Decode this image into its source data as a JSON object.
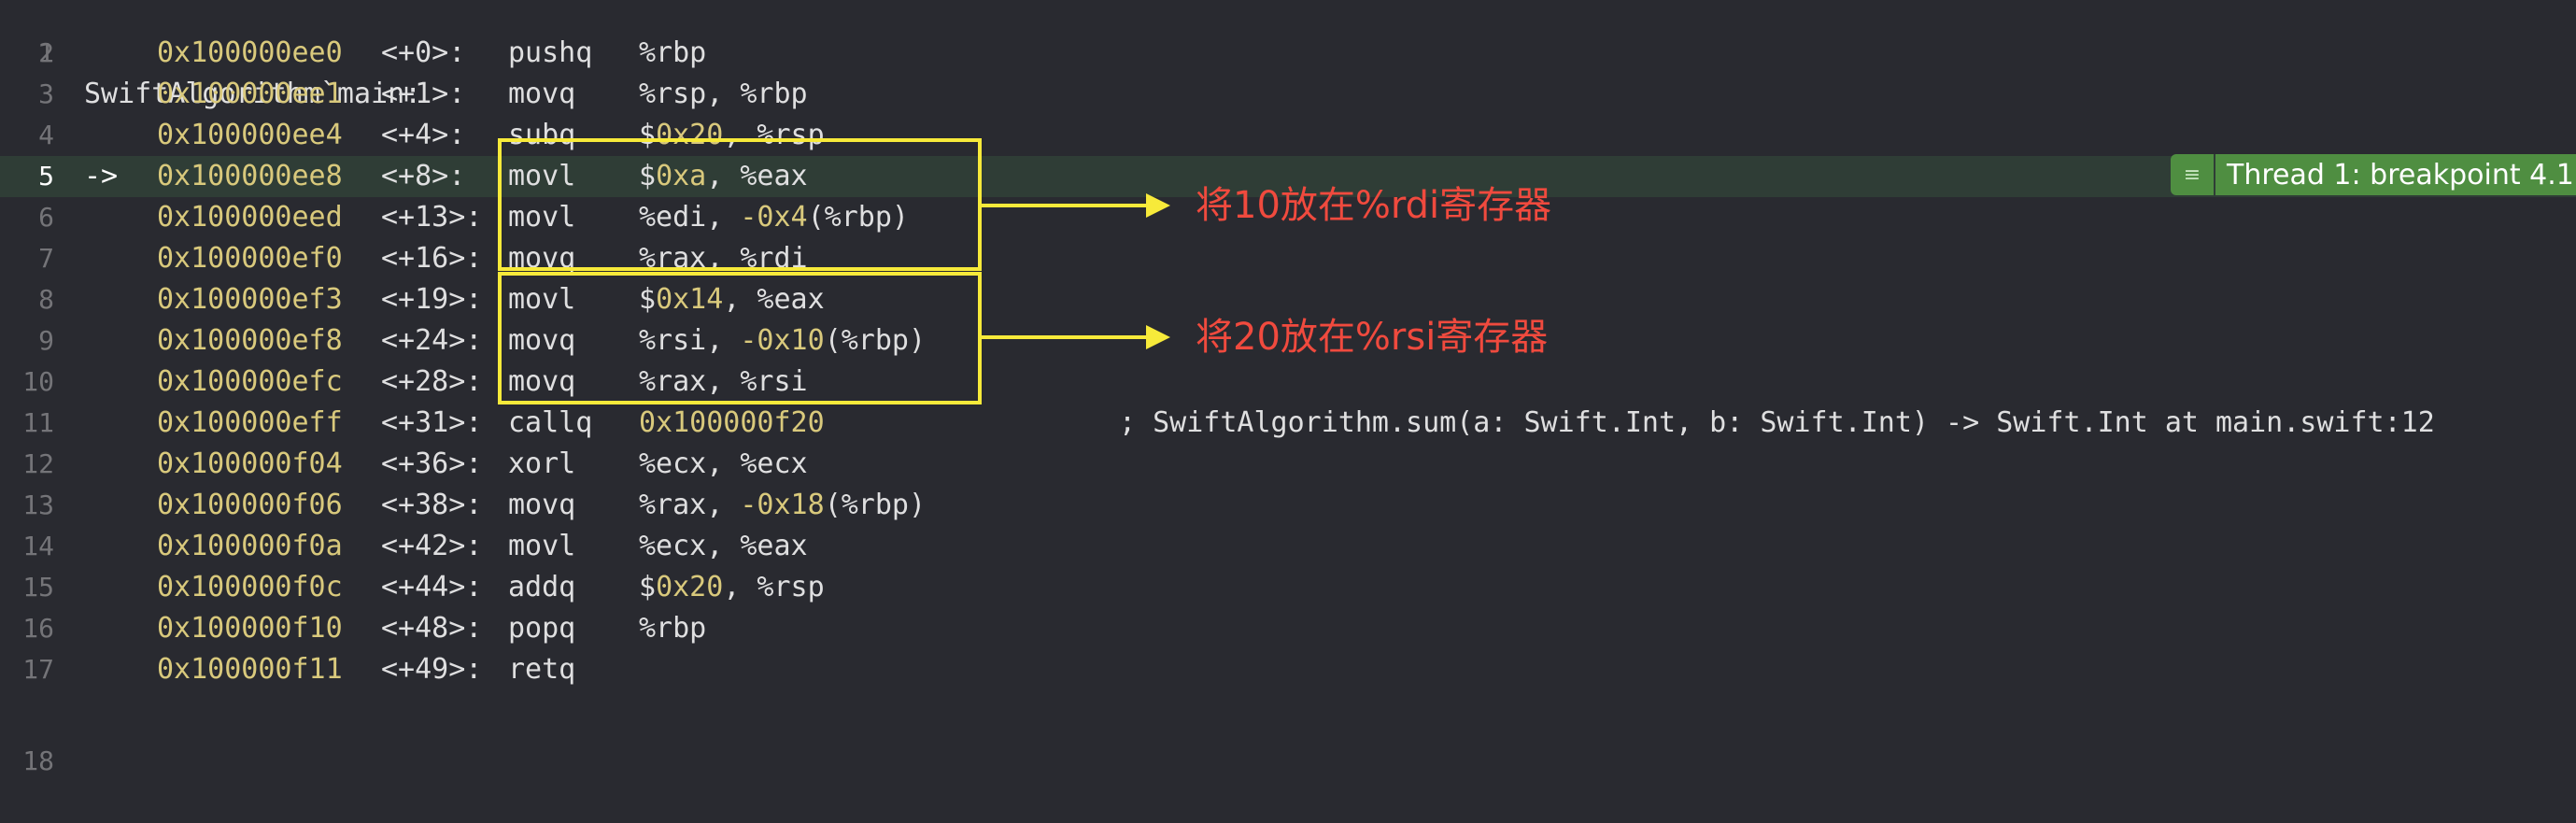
{
  "header": {
    "line_number": "1",
    "text": "SwiftAlgorithm`main:"
  },
  "current_line_marker": "->",
  "lines": [
    {
      "n": "2",
      "addr": "0x100000ee0",
      "off": "<+0>:",
      "mnem": "pushq",
      "ops": [
        "%rbp"
      ]
    },
    {
      "n": "3",
      "addr": "0x100000ee1",
      "off": "<+1>:",
      "mnem": "movq",
      "ops": [
        "%rsp, %rbp"
      ]
    },
    {
      "n": "4",
      "addr": "0x100000ee4",
      "off": "<+4>:",
      "mnem": "subq",
      "ops": [
        "$",
        {
          "num": "0x20"
        },
        ", %rsp"
      ]
    },
    {
      "n": "5",
      "addr": "0x100000ee8",
      "off": "<+8>:",
      "mnem": "movl",
      "ops": [
        "$",
        {
          "num": "0xa"
        },
        ", %eax"
      ],
      "current": true
    },
    {
      "n": "6",
      "addr": "0x100000eed",
      "off": "<+13>:",
      "mnem": "movl",
      "ops": [
        "%edi, ",
        {
          "num": "-0x4"
        },
        "(%rbp)"
      ]
    },
    {
      "n": "7",
      "addr": "0x100000ef0",
      "off": "<+16>:",
      "mnem": "movq",
      "ops": [
        "%rax, %rdi"
      ]
    },
    {
      "n": "8",
      "addr": "0x100000ef3",
      "off": "<+19>:",
      "mnem": "movl",
      "ops": [
        "$",
        {
          "num": "0x14"
        },
        ", %eax"
      ]
    },
    {
      "n": "9",
      "addr": "0x100000ef8",
      "off": "<+24>:",
      "mnem": "movq",
      "ops": [
        "%rsi, ",
        {
          "num": "-0x10"
        },
        "(%rbp)"
      ]
    },
    {
      "n": "10",
      "addr": "0x100000efc",
      "off": "<+28>:",
      "mnem": "movq",
      "ops": [
        "%rax, %rsi"
      ]
    },
    {
      "n": "11",
      "addr": "0x100000eff",
      "off": "<+31>:",
      "mnem": "callq",
      "ops": [
        {
          "num": "0x100000f20"
        }
      ],
      "comment": "; SwiftAlgorithm.sum(a: Swift.Int, b: Swift.Int) -> Swift.Int at main.swift:12"
    },
    {
      "n": "12",
      "addr": "0x100000f04",
      "off": "<+36>:",
      "mnem": "xorl",
      "ops": [
        "%ecx, %ecx"
      ]
    },
    {
      "n": "13",
      "addr": "0x100000f06",
      "off": "<+38>:",
      "mnem": "movq",
      "ops": [
        "%rax, ",
        {
          "num": "-0x18"
        },
        "(%rbp)"
      ]
    },
    {
      "n": "14",
      "addr": "0x100000f0a",
      "off": "<+42>:",
      "mnem": "movl",
      "ops": [
        "%ecx, %eax"
      ]
    },
    {
      "n": "15",
      "addr": "0x100000f0c",
      "off": "<+44>:",
      "mnem": "addq",
      "ops": [
        "$",
        {
          "num": "0x20"
        },
        ", %rsp"
      ]
    },
    {
      "n": "16",
      "addr": "0x100000f10",
      "off": "<+48>:",
      "mnem": "popq",
      "ops": [
        "%rbp"
      ]
    },
    {
      "n": "17",
      "addr": "0x100000f11",
      "off": "<+49>:",
      "mnem": "retq",
      "ops": []
    }
  ],
  "trailing_line_number": "18",
  "breakpoint_badge": {
    "icon": "list-icon",
    "label": "Thread 1: breakpoint 4.1"
  },
  "annotations": [
    {
      "text": "将10放在%rdi寄存器"
    },
    {
      "text": "将20放在%rsi寄存器"
    }
  ],
  "colors": {
    "background": "#292a30",
    "current_line": "#2f3d36",
    "number": "#d9c97c",
    "annotation_box": "#f7ea3a",
    "annotation_text": "#f04a3e",
    "breakpoint": "#4f8e41"
  }
}
